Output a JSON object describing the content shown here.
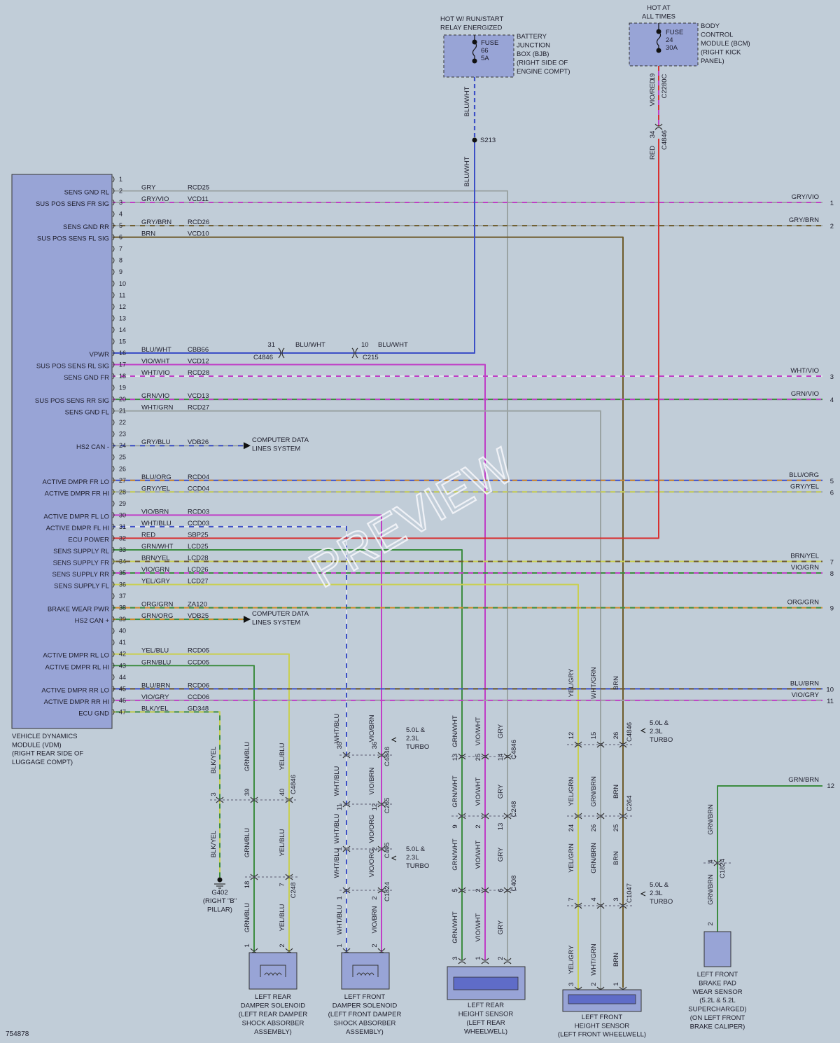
{
  "colors": {
    "background": "#c1cdd8",
    "module_fill": "#98a4d6",
    "GRY": "#9aa3a3",
    "VIO": "#c03ec6",
    "BRN": "#6d5a2a",
    "BLU": "#3c4fc6",
    "WHT": "#dfe3ec",
    "GRN": "#3c8c40",
    "YEL": "#c9cf52",
    "RED": "#d83030",
    "ORG": "#d0892a",
    "BLK": "#2c2c2c"
  },
  "vdm": {
    "caption": [
      "VEHICLE DYNAMICS",
      "MODULE (VDM)",
      "(RIGHT REAR SIDE OF",
      "LUGGAGE COMPT)"
    ],
    "pins": [
      {
        "n": "1"
      },
      {
        "n": "2",
        "func": "SENS GND RL",
        "color": "GRY",
        "circuit": "RCD25",
        "stroke": [
          "GRY"
        ],
        "to": "v725"
      },
      {
        "n": "3",
        "func": "SUS POS SENS FR SIG",
        "color": "GRY/VIO",
        "circuit": "VCD11",
        "stroke": [
          "GRY",
          "VIO"
        ],
        "to": "right",
        "rcolor": "GRY/VIO",
        "rnum": "1"
      },
      {
        "n": "4"
      },
      {
        "n": "5",
        "func": "SENS GND RR",
        "color": "GRY/BRN",
        "circuit": "RCD26",
        "stroke": [
          "GRY",
          "BRN"
        ],
        "to": "right",
        "rcolor": "GRY/BRN",
        "rnum": "2"
      },
      {
        "n": "6",
        "func": "SUS POS SENS FL SIG",
        "color": "BRN",
        "circuit": "VCD10",
        "stroke": [
          "BRN"
        ],
        "to": "v890"
      },
      {
        "n": "7"
      },
      {
        "n": "8"
      },
      {
        "n": "9"
      },
      {
        "n": "10"
      },
      {
        "n": "11"
      },
      {
        "n": "12"
      },
      {
        "n": "13"
      },
      {
        "n": "14"
      },
      {
        "n": "15"
      },
      {
        "n": "16",
        "func": "VPWR",
        "color": "BLU/WHT",
        "circuit": "CBB66",
        "stroke": [
          "BLU"
        ],
        "to": "v678"
      },
      {
        "n": "17",
        "func": "SUS POS SENS RL SIG",
        "color": "VIO/WHT",
        "circuit": "VCD12",
        "stroke": [
          "VIO"
        ],
        "to": "v693"
      },
      {
        "n": "18",
        "func": "SENS GND FR",
        "color": "WHT/VIO",
        "circuit": "RCD28",
        "stroke": [
          "WHT",
          "VIO"
        ],
        "to": "right",
        "rcolor": "WHT/VIO",
        "rnum": "3"
      },
      {
        "n": "19"
      },
      {
        "n": "20",
        "func": "SUS POS SENS RR SIG",
        "color": "GRN/VIO",
        "circuit": "VCD13",
        "stroke": [
          "GRN",
          "VIO"
        ],
        "to": "right",
        "rcolor": "GRN/VIO",
        "rnum": "4"
      },
      {
        "n": "21",
        "func": "SENS GND FL",
        "color": "WHT/GRN",
        "circuit": "RCD27",
        "stroke": [
          "GRY"
        ],
        "to": "v858"
      },
      {
        "n": "22"
      },
      {
        "n": "23"
      },
      {
        "n": "24",
        "func": "HS2 CAN -",
        "color": "GRY/BLU",
        "circuit": "VDB26",
        "stroke": [
          "GRY",
          "BLU"
        ],
        "to": "cdl"
      },
      {
        "n": "25"
      },
      {
        "n": "26"
      },
      {
        "n": "27",
        "func": "ACTIVE DMPR FR LO",
        "color": "BLU/ORG",
        "circuit": "RCD04",
        "stroke": [
          "BLU",
          "ORG"
        ],
        "to": "right",
        "rcolor": "BLU/ORG",
        "rnum": "5"
      },
      {
        "n": "28",
        "func": "ACTIVE DMPR FR HI",
        "color": "GRY/YEL",
        "circuit": "CCD04",
        "stroke": [
          "GRY",
          "YEL"
        ],
        "to": "right",
        "rcolor": "GRY/YEL",
        "rnum": "6"
      },
      {
        "n": "29"
      },
      {
        "n": "30",
        "func": "ACTIVE DMPR FL LO",
        "color": "VIO/BRN",
        "circuit": "RCD03",
        "stroke": [
          "VIO"
        ],
        "to": "v545"
      },
      {
        "n": "31",
        "func": "ACTIVE DMPR FL HI",
        "color": "WHT/BLU",
        "circuit": "CCD03",
        "stroke": [
          "WHT",
          "BLU"
        ],
        "to": "v495"
      },
      {
        "n": "32",
        "func": "ECU POWER",
        "color": "RED",
        "circuit": "SBP25",
        "stroke": [
          "RED"
        ],
        "to": "v941"
      },
      {
        "n": "33",
        "func": "SENS SUPPLY RL",
        "color": "GRN/WHT",
        "circuit": "LCD25",
        "stroke": [
          "GRN"
        ],
        "to": "v660"
      },
      {
        "n": "34",
        "func": "SENS SUPPLY FR",
        "color": "BRN/YEL",
        "circuit": "LCD28",
        "stroke": [
          "BRN",
          "YEL"
        ],
        "to": "right",
        "rcolor": "BRN/YEL",
        "rnum": "7"
      },
      {
        "n": "35",
        "func": "SENS SUPPLY RR",
        "color": "VIO/GRN",
        "circuit": "LCD26",
        "stroke": [
          "VIO",
          "GRN"
        ],
        "to": "right",
        "rcolor": "VIO/GRN",
        "rnum": "8"
      },
      {
        "n": "36",
        "func": "SENS SUPPLY FL",
        "color": "YEL/GRY",
        "circuit": "LCD27",
        "stroke": [
          "YEL"
        ],
        "to": "v826"
      },
      {
        "n": "37"
      },
      {
        "n": "38",
        "func": "BRAKE WEAR PWR",
        "color": "ORG/GRN",
        "circuit": "ZA120",
        "stroke": [
          "ORG",
          "GRN"
        ],
        "to": "right",
        "rcolor": "ORG/GRN",
        "rnum": "9"
      },
      {
        "n": "39",
        "func": "HS2 CAN +",
        "color": "GRN/ORG",
        "circuit": "VDB25",
        "stroke": [
          "GRN",
          "ORG"
        ],
        "to": "cdl"
      },
      {
        "n": "40"
      },
      {
        "n": "41"
      },
      {
        "n": "42",
        "func": "ACTIVE DMPR RL LO",
        "color": "YEL/BLU",
        "circuit": "RCD05",
        "stroke": [
          "YEL"
        ],
        "to": "v413"
      },
      {
        "n": "43",
        "func": "ACTIVE DMPR RL HI",
        "color": "GRN/BLU",
        "circuit": "CCD05",
        "stroke": [
          "GRN"
        ],
        "to": "v363"
      },
      {
        "n": "44"
      },
      {
        "n": "45",
        "func": "ACTIVE DMPR RR LO",
        "color": "BLU/BRN",
        "circuit": "RCD06",
        "stroke": [
          "BLU",
          "BRN"
        ],
        "to": "right",
        "rcolor": "BLU/BRN",
        "rnum": "10"
      },
      {
        "n": "46",
        "func": "ACTIVE DMPR RR HI",
        "color": "VIO/GRY",
        "circuit": "CCD06",
        "stroke": [
          "VIO",
          "GRY"
        ],
        "to": "right",
        "rcolor": "VIO/GRY",
        "rnum": "11"
      },
      {
        "n": "47",
        "func": "ECU GND",
        "color": "BLK/YEL",
        "circuit": "GD348",
        "stroke": [
          "GRN",
          "YEL"
        ],
        "to": "v314"
      }
    ]
  },
  "computer_data_lines": [
    "COMPUTER DATA",
    "LINES SYSTEM"
  ],
  "fuse_bjb": {
    "hot_label": [
      "HOT W/ RUN/START",
      "RELAY ENERGIZED"
    ],
    "fuse": [
      "FUSE",
      "66",
      "5A"
    ],
    "box": [
      "BATTERY",
      "JUNCTION",
      "BOX (BJB)",
      "(RIGHT SIDE OF",
      "ENGINE COMPT)"
    ],
    "wire_color": "BLU/WHT",
    "splice": "S213"
  },
  "fuse_bcm": {
    "hot_label": [
      "HOT AT",
      "ALL TIMES"
    ],
    "fuse": [
      "FUSE",
      "24",
      "30A"
    ],
    "box": [
      "BODY",
      "CONTROL",
      "MODULE (BCM)",
      "(RIGHT KICK",
      "PANEL)"
    ],
    "upper_wire": "VIO/RED",
    "upper_pin": "19",
    "upper_conn": "C2280C",
    "lower_wire": "RED",
    "lower_pin": "34",
    "lower_conn": "C4846"
  },
  "vpwr_inline": {
    "pin_a": "31",
    "color_a": "BLU/WHT",
    "conn_a": "C4846",
    "pin_b": "10",
    "color_b": "BLU/WHT",
    "conn_b": "C215"
  },
  "ground": {
    "wire_upper": "BLK/YEL",
    "pin": "3",
    "wire_lower": "BLK/YEL",
    "name": "G402",
    "location": [
      "(RIGHT \"B\"",
      "PILLAR)"
    ]
  },
  "rl_damper": {
    "wires": [
      {
        "c": "GRN/BLU",
        "p1": "39",
        "p2": "18",
        "p3": "1",
        "stroke": "GRN"
      },
      {
        "c": "YEL/BLU",
        "p1": "40",
        "p2": "7",
        "p3": "2",
        "stroke": "YEL"
      }
    ],
    "conn1": "C4846",
    "conn2": "C248",
    "label": [
      "LEFT REAR",
      "DAMPER SOLENOID",
      "(LEFT REAR DAMPER",
      "SHOCK ABSORBER",
      "ASSEMBLY)"
    ]
  },
  "fl_damper": {
    "wires": [
      {
        "c1": "WHT/BLU",
        "c2": "WHT/BLU",
        "c3": "WHT/BLU",
        "c4": "WHT/BLU",
        "c5": "WHT/BLU",
        "p1": "35",
        "p2": "11",
        "p3": "1",
        "p4": "1",
        "stroke": "WHT"
      },
      {
        "c1": "VIO/BRN",
        "c2": "VIO/BRN",
        "c3": "VIO/ORG",
        "c4": "VIO/ORG",
        "c5": "VIO/BRN",
        "p1": "36",
        "p2": "12",
        "p3": "2",
        "p4": "2",
        "stroke": "VIO"
      }
    ],
    "conns": [
      "C4846",
      "C265",
      "C495",
      "C1824"
    ],
    "turbo": [
      "5.0L &",
      "2.3L",
      "TURBO"
    ],
    "label": [
      "LEFT FRONT",
      "DAMPER SOLENOID",
      "(LEFT FRONT DAMPER",
      "SHOCK ABSORBER",
      "ASSEMBLY)"
    ]
  },
  "rl_height": {
    "wires": [
      {
        "c": "GRN/WHT",
        "p1": "13",
        "p2": "9",
        "p3": "5",
        "p4": "3",
        "stroke": "GRN"
      },
      {
        "c": "VIO/WHT",
        "p1": "25",
        "p2": "2",
        "p3": "2",
        "p4": "1",
        "stroke": "VIO"
      },
      {
        "c": "GRY",
        "p1": "14",
        "p2": "13",
        "p3": "6",
        "p4": "2",
        "stroke": "GRY"
      }
    ],
    "conns": [
      "C4846",
      "C248",
      "C408"
    ],
    "label": [
      "LEFT REAR",
      "HEIGHT SENSOR",
      "(LEFT REAR",
      "WHEELWELL)"
    ]
  },
  "fl_height": {
    "wires": [
      {
        "c": "YEL/GRY",
        "c2": "YEL/GRN",
        "p1": "12",
        "p2": "24",
        "p3": "7",
        "p4": "3",
        "stroke": "YEL"
      },
      {
        "c": "WHT/GRN",
        "c2": "GRN/BRN",
        "p1": "15",
        "p2": "26",
        "p3": "4",
        "p4": "2",
        "stroke": "GRY"
      },
      {
        "c": "BRN",
        "c2": "BRN",
        "p1": "26",
        "p2": "25",
        "p3": "3",
        "p4": "1",
        "stroke": "BRN"
      }
    ],
    "conns": [
      "C4846",
      "C264",
      "C1047"
    ],
    "turbo": [
      "5.0L &",
      "2.3L",
      "TURBO"
    ],
    "label": [
      "LEFT FRONT",
      "HEIGHT SENSOR",
      "(LEFT FRONT WHEELWELL)"
    ]
  },
  "brake_pad": {
    "wire_color": "GRN/BRN",
    "right_num": "12",
    "pin": "4",
    "conn": "C1824",
    "pin2": "2",
    "label": [
      "LEFT FRONT",
      "BRAKE PAD",
      "WEAR SENSOR",
      "(5.2L & 5.2L",
      "SUPERCHARGED)",
      "(ON LEFT FRONT",
      "BRAKE CALIPER)"
    ]
  },
  "figure_number": "754878",
  "watermark": "PREVIEW"
}
